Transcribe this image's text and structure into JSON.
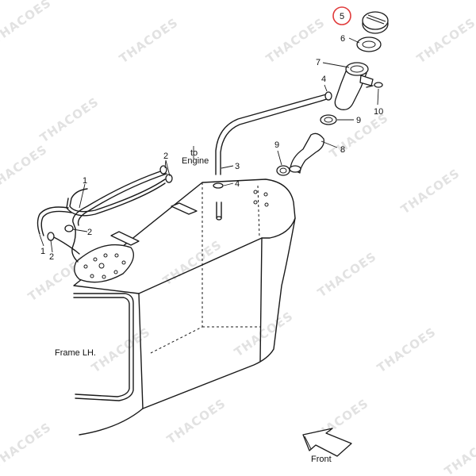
{
  "watermark": "THACOES",
  "labels": {
    "to_engine_line1": "to",
    "to_engine_line2": "Engine",
    "frame": "Frame LH.",
    "front": "Front"
  },
  "callouts": {
    "c1_top": "1",
    "c1_bottom": "1",
    "c2_top": "2",
    "c2_mid": "2",
    "c2_bottom": "2",
    "c3": "3",
    "c4_top": "4",
    "c4_mid": "4",
    "c5": "5",
    "c6": "6",
    "c7": "7",
    "c8": "8",
    "c9_right": "9",
    "c9_left": "9",
    "c10": "10"
  },
  "highlight_color": "#e03a3a"
}
